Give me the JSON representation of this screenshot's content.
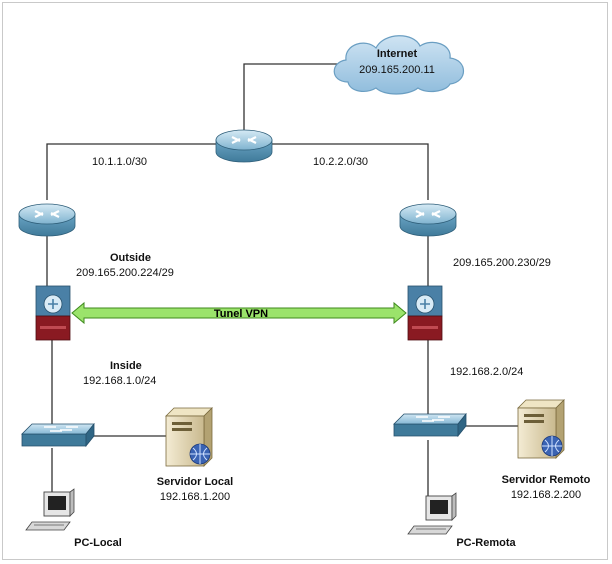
{
  "internet": {
    "name": "Internet",
    "ip": "209.165.200.11"
  },
  "links": {
    "left_wan": "10.1.1.0/30",
    "right_wan": "10.2.2.0/30"
  },
  "left_firewall": {
    "outside_label": "Outside",
    "outside_net": "209.165.200.224/29",
    "inside_label": "Inside",
    "inside_net": "192.168.1.0/24"
  },
  "right_firewall": {
    "outside_net": "209.165.200.230/29",
    "inside_net": "192.168.2.0/24"
  },
  "tunnel": {
    "label": "Tunel VPN",
    "color": "#9be36b"
  },
  "left_server": {
    "name": "Servidor Local",
    "ip": "192.168.1.200"
  },
  "right_server": {
    "name": "Servidor Remoto",
    "ip": "192.168.2.200"
  },
  "left_pc": {
    "name": "PC-Local"
  },
  "right_pc": {
    "name": "PC-Remota"
  },
  "colors": {
    "router": "#5f9cbb",
    "firewall_top": "#4a80a6",
    "firewall_bottom": "#8a1a22",
    "switch": "#5b96b8",
    "cloud": "#a9cde6"
  }
}
